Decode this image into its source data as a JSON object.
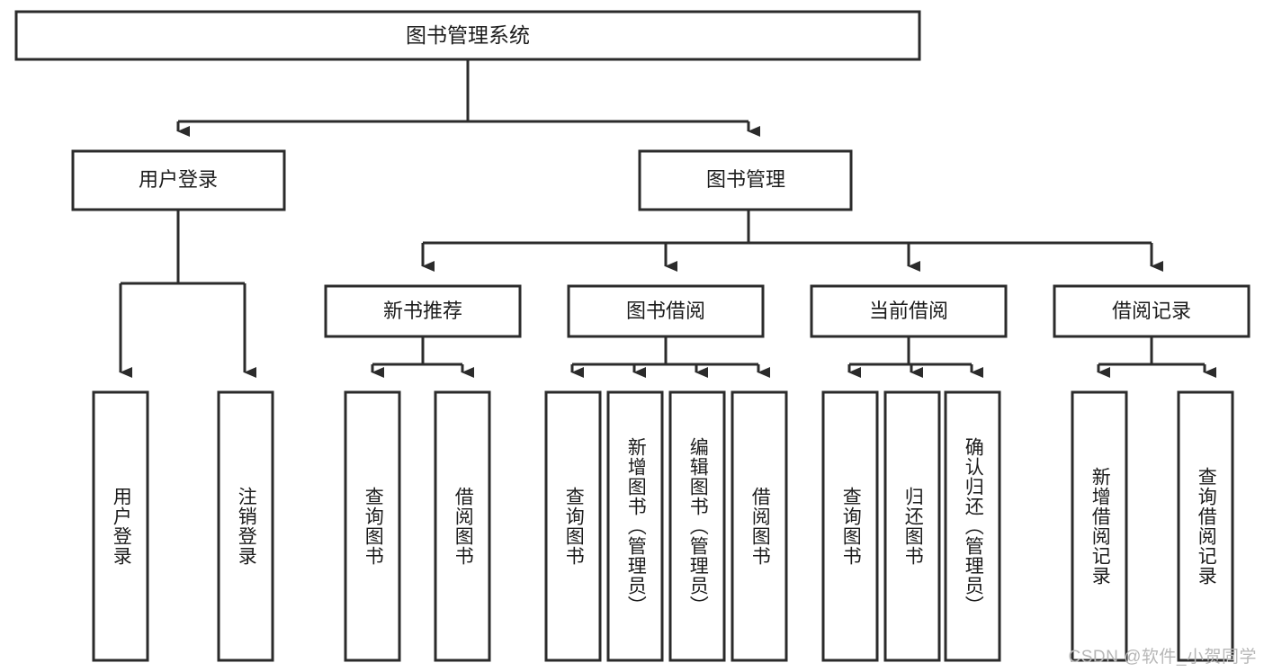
{
  "diagram": {
    "title": "图书管理系统",
    "type": "tree-hierarchy-diagram",
    "colors": {
      "stroke": "#2b2b2b",
      "fill": "#ffffff",
      "text": "#1c1c1c",
      "watermark": "#b7b7b7"
    },
    "root": {
      "label": "图书管理系统"
    },
    "level2": [
      {
        "label": "用户登录"
      },
      {
        "label": "图书管理"
      }
    ],
    "level3": [
      {
        "label": "新书推荐"
      },
      {
        "label": "图书借阅"
      },
      {
        "label": "当前借阅"
      },
      {
        "label": "借阅记录"
      }
    ],
    "leaves": {
      "user_login": [
        {
          "label": "用户登录"
        },
        {
          "label": "注销登录"
        }
      ],
      "new_book_recommend": [
        {
          "label": "查询图书"
        },
        {
          "label": "借阅图书"
        }
      ],
      "book_borrow": [
        {
          "label": "查询图书"
        },
        {
          "label": "新增图书（管理员）"
        },
        {
          "label": "编辑图书（管理员）"
        },
        {
          "label": "借阅图书"
        }
      ],
      "current_borrow": [
        {
          "label": "查询图书"
        },
        {
          "label": "归还图书"
        },
        {
          "label": "确认归还（管理员）"
        }
      ],
      "borrow_record": [
        {
          "label": "新增借阅记录"
        },
        {
          "label": "查询借阅记录"
        }
      ]
    },
    "watermark": "CSDN @软件_小贺同学"
  }
}
